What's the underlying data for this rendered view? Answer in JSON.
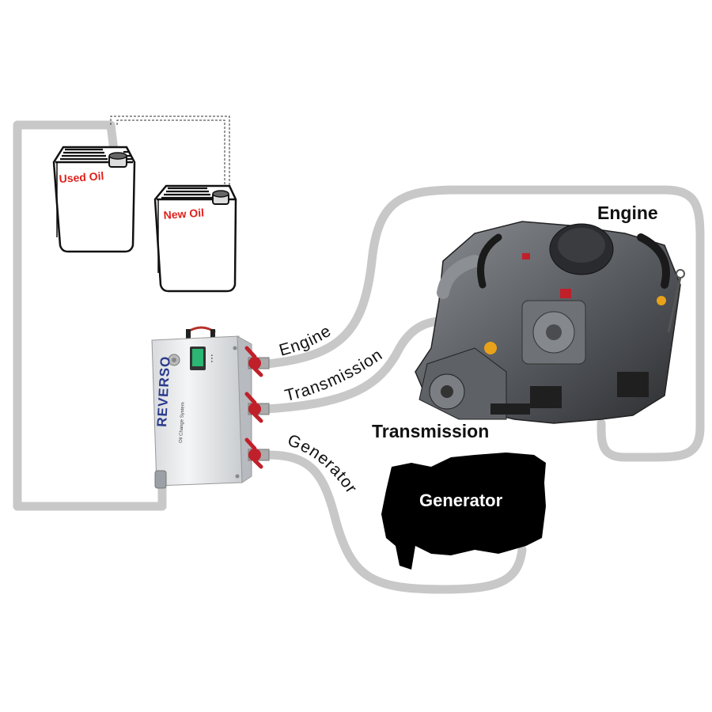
{
  "containers": {
    "used_oil_label": "Used Oil",
    "new_oil_label": "New Oil"
  },
  "pump_unit": {
    "brand": "REVERSO",
    "subtitle": "Oil Change System"
  },
  "hose_labels": {
    "engine": "Engine",
    "transmission": "Transmission",
    "generator": "Generator"
  },
  "components": {
    "engine": "Engine",
    "transmission": "Transmission",
    "generator": "Generator"
  },
  "colors": {
    "hose": "#c8c8c8",
    "valve": "#c0202a",
    "can_label": "#e0201b",
    "brand": "#2a3a8c"
  }
}
